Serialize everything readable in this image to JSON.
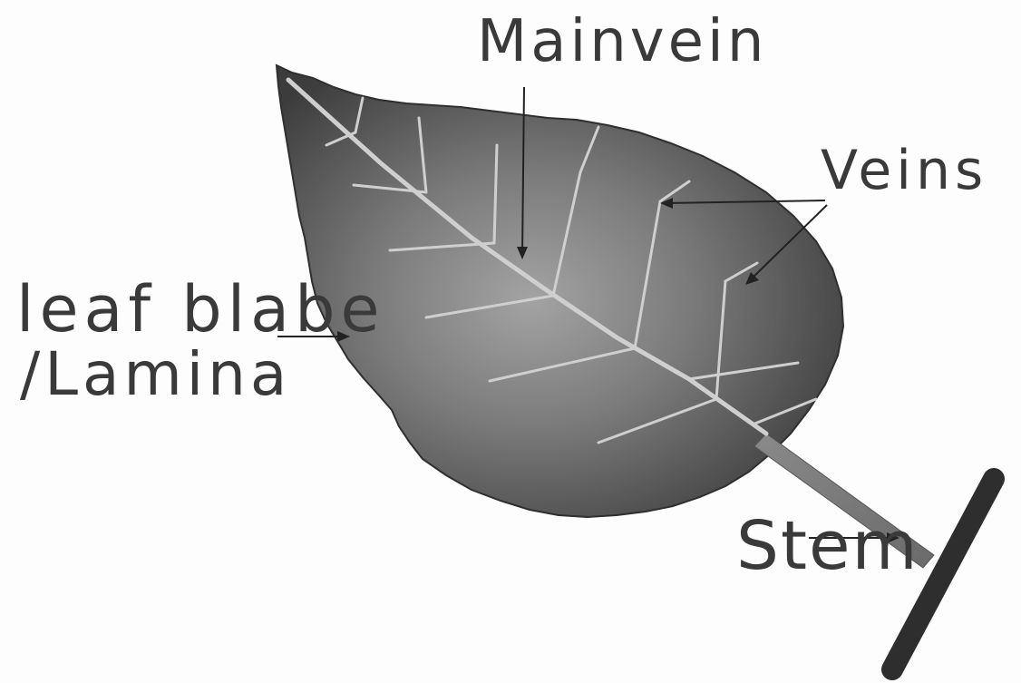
{
  "labels": {
    "main_vein": "Mainvein",
    "veins": "Veins",
    "leaf_blade": "leaf blabe",
    "lamina": "/Lamina",
    "stem": "Stem"
  },
  "colors": {
    "leaf_dark": "#3c3c3c",
    "leaf_light": "#a3a3a3",
    "vein": "#cfcfcf",
    "stem": "#2e2e2e",
    "ink": "#3a3a3a"
  }
}
